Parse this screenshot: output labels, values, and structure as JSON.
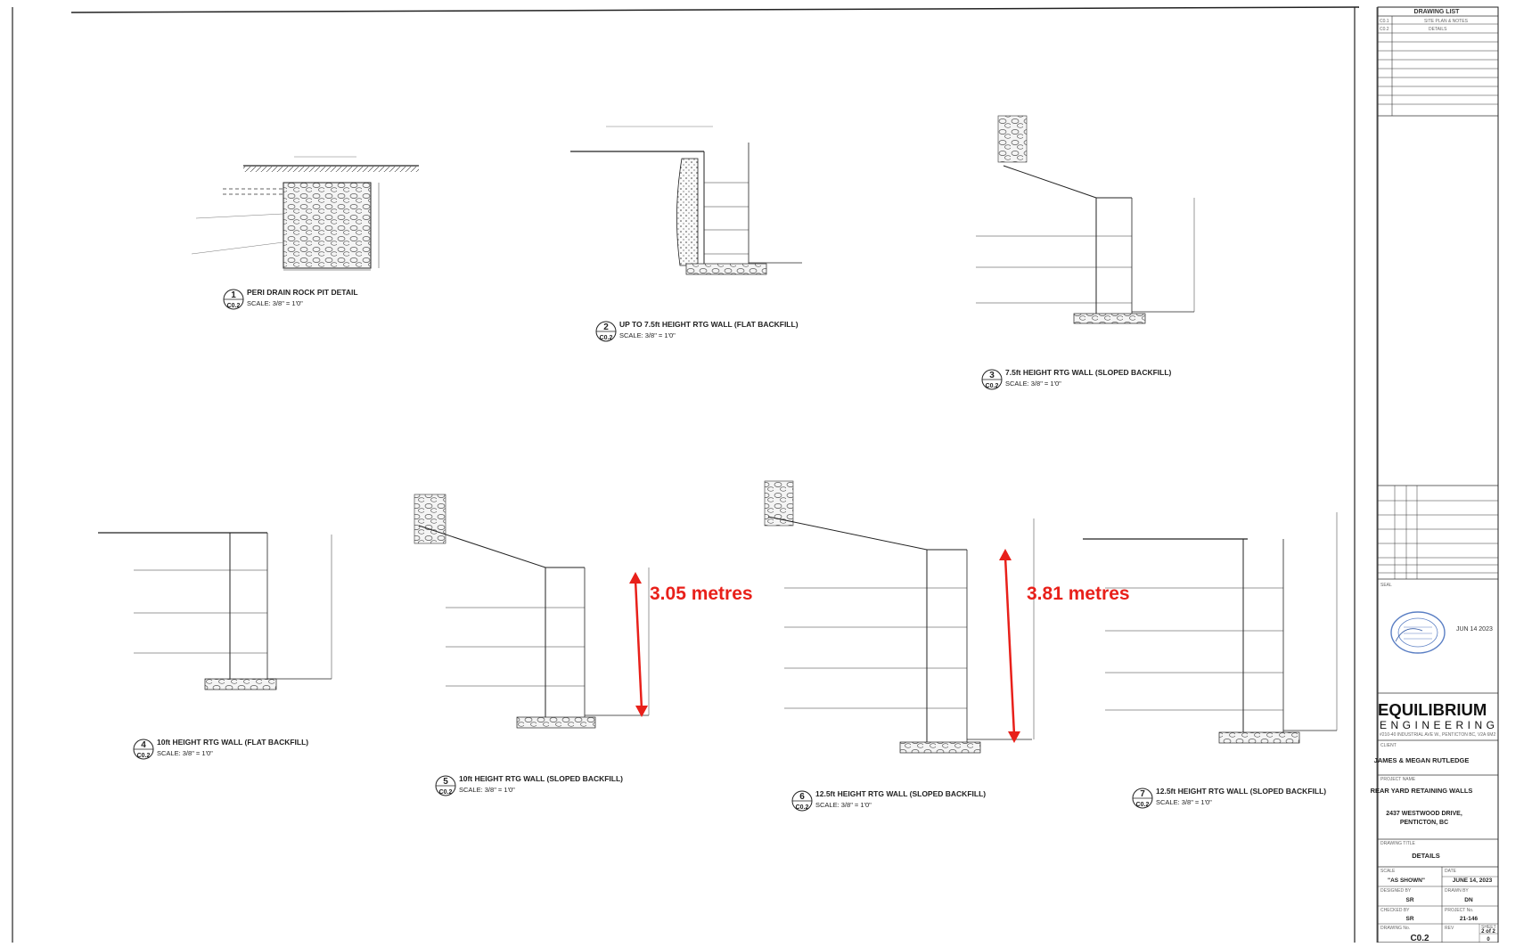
{
  "drawing_list": {
    "title": "DRAWING LIST",
    "rows": [
      {
        "no": "C0.1",
        "title": "SITE PLAN & NOTES"
      },
      {
        "no": "C0.2",
        "title": "DETAILS"
      }
    ]
  },
  "details": [
    {
      "num": "1",
      "sheet": "C0.2",
      "title": "PERI DRAIN ROCK PIT DETAIL",
      "scale": "SCALE: 3/8\" = 1'0\""
    },
    {
      "num": "2",
      "sheet": "C0.2",
      "title": "UP TO 7.5ft HEIGHT RTG WALL (FLAT BACKFILL)",
      "scale": "SCALE: 3/8\" = 1'0\""
    },
    {
      "num": "3",
      "sheet": "C0.2",
      "title": "7.5ft HEIGHT RTG WALL (SLOPED BACKFILL)",
      "scale": "SCALE: 3/8\" = 1'0\""
    },
    {
      "num": "4",
      "sheet": "C0.2",
      "title": "10ft HEIGHT RTG WALL (FLAT BACKFILL)",
      "scale": "SCALE: 3/8\" = 1'0\""
    },
    {
      "num": "5",
      "sheet": "C0.2",
      "title": "10ft HEIGHT RTG WALL (SLOPED BACKFILL)",
      "scale": "SCALE: 3/8\" = 1'0\""
    },
    {
      "num": "6",
      "sheet": "C0.2",
      "title": "12.5ft HEIGHT RTG WALL (SLOPED BACKFILL)",
      "scale": "SCALE: 3/8\" = 1'0\""
    },
    {
      "num": "7",
      "sheet": "C0.2",
      "title": "12.5ft HEIGHT RTG WALL (SLOPED BACKFILL)",
      "scale": "SCALE: 3/8\" = 1'0\""
    }
  ],
  "annotations": {
    "dim_left": "3.05 metres",
    "dim_right": "3.81 metres",
    "color": "#e8201a"
  },
  "title_block": {
    "seal_label": "SEAL",
    "seal_date": "JUN 14 2023",
    "firm_name_line1": "EQUILIBRIUM",
    "firm_name_line2": "ENGINEERING",
    "firm_address": "#210-40 INDUSTRIAL AVE W., PENTICTON BC, V2A 6M2",
    "client_label": "CLIENT",
    "client": "JAMES & MEGAN RUTLEDGE",
    "project_label": "PROJECT NAME",
    "project": "REAR YARD RETAINING WALLS",
    "address_line1": "2437 WESTWOOD DRIVE,",
    "address_line2": "PENTICTON, BC",
    "drawing_title_label": "DRAWING TITLE",
    "drawing_title": "DETAILS",
    "scale_label": "SCALE",
    "scale": "\"AS SHOWN\"",
    "date_label": "DATE",
    "date": "JUNE 14, 2023",
    "designed_label": "DESIGNED BY",
    "designed": "SR",
    "drawn_label": "DRAWN BY",
    "drawn": "DN",
    "checked_label": "CHECKED BY",
    "checked": "SR",
    "project_no_label": "PROJECT No.",
    "project_no": "21-146",
    "drawing_no_label": "DRAWING No.",
    "drawing_no": "C0.2",
    "sheet_label": "SHEET",
    "sheet": "2 of 2",
    "rev_label": "REV",
    "rev": "0"
  }
}
